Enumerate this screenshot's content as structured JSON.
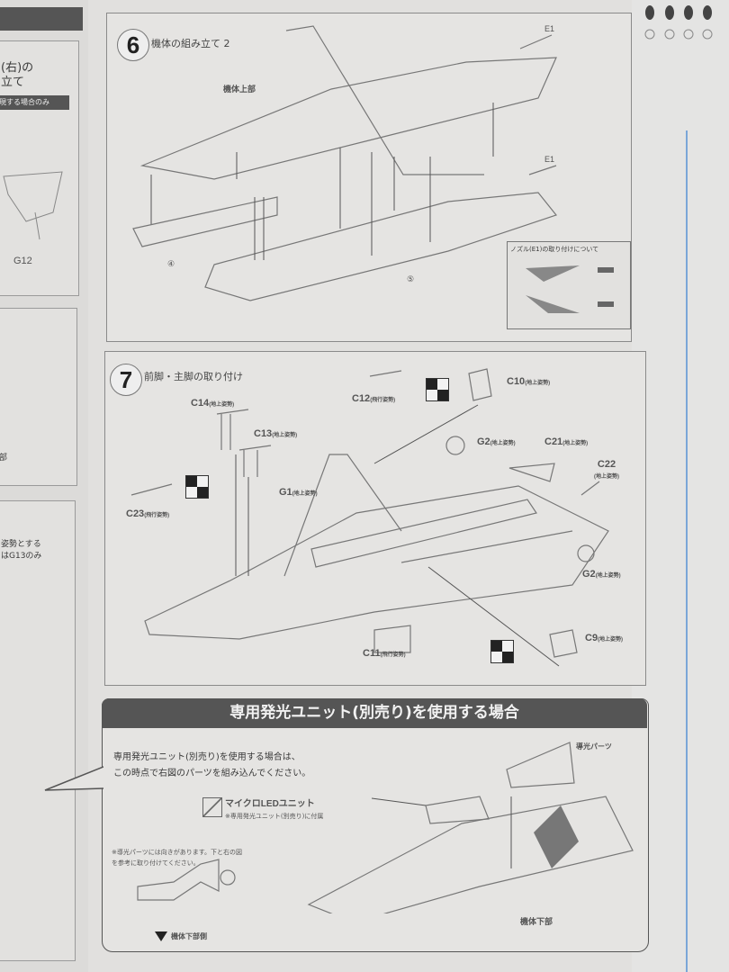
{
  "left_page": {
    "title_fragment": "(右)の",
    "title_fragment2": "立て",
    "note_banner": "現する場合のみ",
    "part_label": "G12",
    "label_fragment": "部",
    "note_fragment1": "姿勢とする",
    "note_fragment2": "はG13のみ"
  },
  "step6": {
    "number": "6",
    "title": "機体の組み立て 2",
    "label_upper_body": "機体上部",
    "label_e1_top": "E1",
    "label_e1_bottom": "E1",
    "label_ref4": "④",
    "label_ref5": "⑤",
    "inset_title": "ノズル(E1)の取り付けについて"
  },
  "step7": {
    "number": "7",
    "title": "前脚・主脚の取り付け",
    "parts": [
      {
        "id": "C14",
        "note": "(地上姿勢)"
      },
      {
        "id": "C13",
        "note": "(地上姿勢)"
      },
      {
        "id": "C12",
        "note": "(飛行姿勢)"
      },
      {
        "id": "C10",
        "note": "(地上姿勢)"
      },
      {
        "id": "G2",
        "note": "(地上姿勢)"
      },
      {
        "id": "C21",
        "note": "(地上姿勢)"
      },
      {
        "id": "C22",
        "note": "(地上姿勢)"
      },
      {
        "id": "G1",
        "note": "(地上姿勢)"
      },
      {
        "id": "C23",
        "note": "(飛行姿勢)"
      },
      {
        "id": "G2",
        "note": "(地上姿勢)"
      },
      {
        "id": "C11",
        "note": "(飛行姿勢)"
      },
      {
        "id": "C9",
        "note": "(地上姿勢)"
      }
    ]
  },
  "led_section": {
    "banner": "専用発光ユニット(別売り)を使用する場合",
    "body_line1": "専用発光ユニット(別売り)を使用する場合は、",
    "body_line2": "この時点で右図のパーツを組み込んでください。",
    "led_unit_label": "マイクロLEDユニット",
    "led_unit_note": "※専用発光ユニット(別売り)に付属",
    "light_parts_label": "導光パーツ",
    "note_line1": "※導光パーツには向きがあります。下と右の図",
    "note_line2": "を参考に取り付けてください。",
    "lower_side_label": "機体下部側",
    "lower_body_label": "機体下部"
  }
}
